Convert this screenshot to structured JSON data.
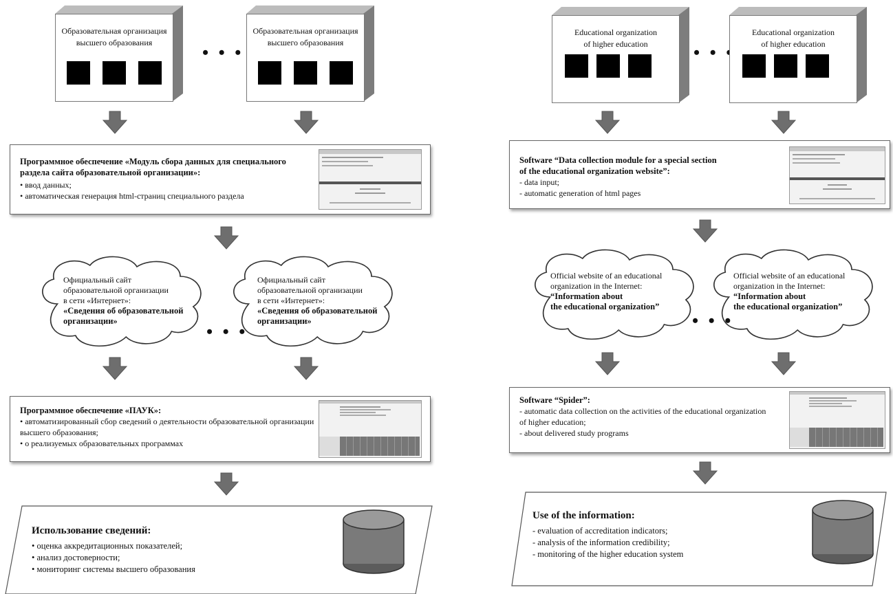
{
  "ru": {
    "org_label_line1": "Образовательная организация",
    "org_label_line2": "высшего образования",
    "software1_title_line1": "Программное обеспечение «Модуль сбора данных для специального",
    "software1_title_line2": "раздела сайта образовательной организации»:",
    "software1_items": [
      "• ввод данных;",
      "• автоматическая генерация html-страниц специального раздела"
    ],
    "cloud_lines": [
      "Официальный сайт",
      "образовательной организации",
      "в сети «Интернет»:"
    ],
    "cloud_bold_line1": "«Сведения об образовательной",
    "cloud_bold_line2": "организации»",
    "software2_title": "Программное обеспечение «ПАУК»:",
    "software2_items": [
      "• автоматизированный сбор сведений о деятельности образовательной организации",
      "высшего образования;",
      "• о реализуемых образовательных программах"
    ],
    "use_title": "Использование сведений:",
    "use_items": [
      "• оценка аккредитационных показателей;",
      "• анализ достоверности;",
      "• мониторинг системы высшего образования"
    ]
  },
  "en": {
    "org_label_line1": "Educational organization",
    "org_label_line2": "of higher education",
    "software1_title_line1": "Software “Data collection module for a special section",
    "software1_title_line2": "of the educational organization website”:",
    "software1_items": [
      "- data input;",
      "- automatic generation of html pages"
    ],
    "cloud_lines": [
      "Official website of an educational",
      "organization in the Internet:"
    ],
    "cloud_bold_line1": "“Information about",
    "cloud_bold_line2": "the educational organization”",
    "software2_title": "Software “Spider”:",
    "software2_items": [
      "- automatic data collection on the activities of the educational organization",
      "of higher education;",
      "- about delivered study programs"
    ],
    "use_title": "Use of the information:",
    "use_items": [
      "- evaluation of accreditation indicators;",
      "- analysis of the information credibility;",
      "- monitoring of the higher education system"
    ]
  },
  "ellipsis": "• • •",
  "colors": {
    "arrow": "#6e6e6e",
    "box_side": "#7d7d7d",
    "database": "#707070"
  }
}
